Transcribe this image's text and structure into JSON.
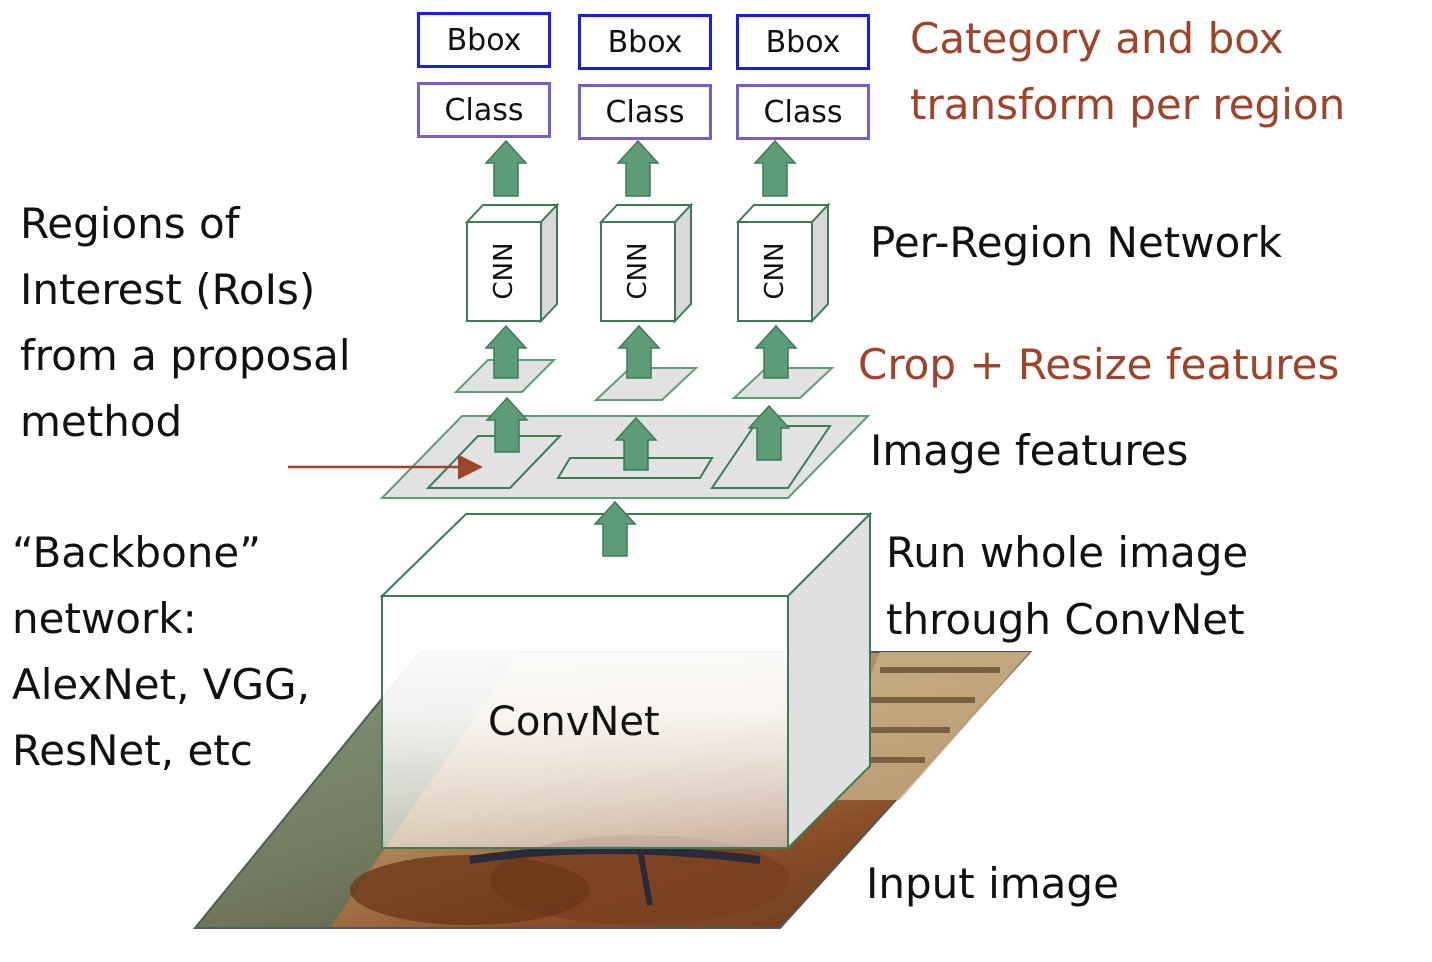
{
  "outputs": [
    {
      "bbox": "Bbox",
      "class": "Class"
    },
    {
      "bbox": "Bbox",
      "class": "Class"
    },
    {
      "bbox": "Bbox",
      "class": "Class"
    }
  ],
  "cnn_label": "CNN",
  "convnet_label": "ConvNet",
  "labels": {
    "category_line1": "Category and box",
    "category_line2": "transform per region",
    "per_region": "Per-Region Network",
    "crop_resize": "Crop + Resize features",
    "image_features": "Image features",
    "run_line1": "Run whole image",
    "run_line2": "through ConvNet",
    "input_image": "Input image",
    "rois_line1": "Regions of",
    "rois_line2": "Interest (RoIs)",
    "rois_line3": "from a proposal",
    "rois_line4": "method",
    "backbone_line1": "“Backbone”",
    "backbone_line2": "network:",
    "backbone_line3": "AlexNet, VGG,",
    "backbone_line4": "ResNet, etc"
  },
  "colors": {
    "arrow": "#5e9c78",
    "arrow_stroke": "#3d7a58",
    "bbox_border": "#1c1cf0",
    "class_border": "#7a5ec8",
    "accent_text": "#a0432b",
    "feature_plane": "#e2e2e2"
  }
}
